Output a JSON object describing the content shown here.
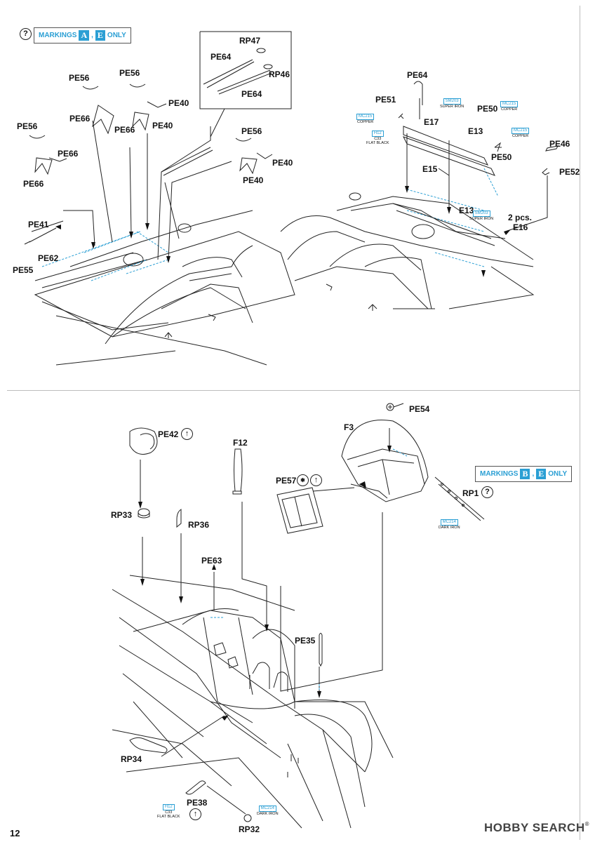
{
  "page": {
    "number": "12"
  },
  "watermark": {
    "text": "HOBBY SEARCH",
    "reg": "®"
  },
  "badges": {
    "top": {
      "prefix": "MARKINGS",
      "b1": "A",
      "sep": ",",
      "b2": "E",
      "suffix": "ONLY"
    },
    "bottom": {
      "prefix": "MARKINGS",
      "b1": "B",
      "sep": ",",
      "b2": "E",
      "suffix": "ONLY"
    }
  },
  "symbols": {
    "question": "?",
    "arrow_up": "↑",
    "dual": "✱"
  },
  "labels": {
    "pe56_a": "PE56",
    "pe56_b": "PE56",
    "pe56_c": "PE56",
    "pe56_d": "PE56",
    "pe66_a": "PE66",
    "pe66_b": "PE66",
    "pe66_c": "PE66",
    "pe66_d": "PE66",
    "pe40_a": "PE40",
    "pe40_b": "PE40",
    "pe40_c": "PE40",
    "pe40_d": "PE40",
    "rp47": "RP47",
    "pe64_a": "PE64",
    "rp46": "RP46",
    "pe64_b": "PE64",
    "pe41": "PE41",
    "pe62": "PE62",
    "pe55": "PE55",
    "pe64_c": "PE64",
    "pe51": "PE51",
    "e17": "E17",
    "pe50_a": "PE50",
    "e13_a": "E13",
    "pe50_b": "PE50",
    "pe46": "PE46",
    "pe52": "PE52",
    "e15": "E15",
    "e13_b": "E13",
    "pcs": "2 pcs.",
    "e16": "E16",
    "pe42": "PE42",
    "f12": "F12",
    "pe54": "PE54",
    "f3": "F3",
    "pe57": "PE57",
    "rp1": "RP1",
    "rp33": "RP33",
    "rp36": "RP36",
    "pe63": "PE63",
    "pe35": "PE35",
    "rp34": "RP34",
    "pe38": "PE38",
    "rp32": "RP32"
  },
  "paints": {
    "mc215_a": {
      "code": "MC215",
      "name": "COPPER"
    },
    "h12_c33": {
      "code1": "H12",
      "code2": "C33",
      "name": "FLAT BLACK"
    },
    "sm203_a": {
      "code": "SM203",
      "name": "SUPER IRON"
    },
    "mc215_b": {
      "code": "MC215",
      "name": "COPPER"
    },
    "mc215_c": {
      "code": "MC215",
      "name": "COPPER"
    },
    "sm203_b": {
      "code": "SM203",
      "name": "SUPER IRON"
    },
    "mc214_a": {
      "code": "MC214",
      "name": "DARK IRON"
    },
    "h12_c33_b": {
      "code1": "H12",
      "code2": "C33",
      "name": "FLAT BLACK"
    },
    "mc214_b": {
      "code": "MC214",
      "name": "DARK IRON"
    }
  },
  "colors": {
    "accent": "#2b9fd4",
    "line": "#222222",
    "frame": "#bdbdbd"
  }
}
